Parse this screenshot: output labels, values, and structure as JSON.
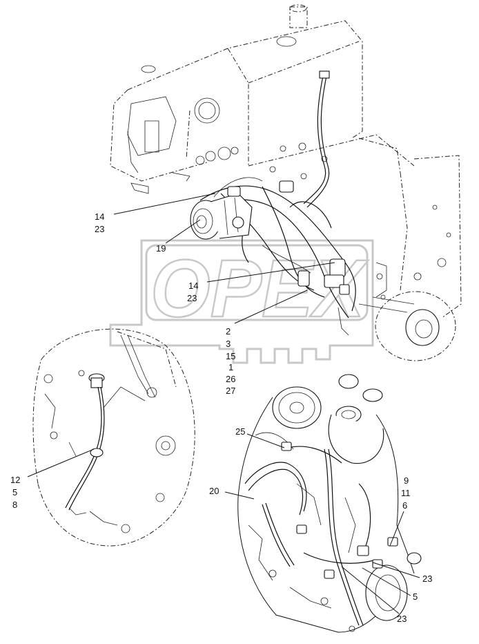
{
  "watermark": {
    "text": "OPEX"
  },
  "callouts": [
    {
      "id": "c14a",
      "text": "14"
    },
    {
      "id": "c23a",
      "text": "23"
    },
    {
      "id": "c19",
      "text": "19"
    },
    {
      "id": "c14b",
      "text": "14"
    },
    {
      "id": "c23b",
      "text": "23"
    },
    {
      "id": "c2",
      "text": "2"
    },
    {
      "id": "c3",
      "text": "3"
    },
    {
      "id": "c15",
      "text": "15"
    },
    {
      "id": "c1",
      "text": "1"
    },
    {
      "id": "c26",
      "text": "26"
    },
    {
      "id": "c27",
      "text": "27"
    },
    {
      "id": "c25",
      "text": "25"
    },
    {
      "id": "c20",
      "text": "20"
    },
    {
      "id": "c12",
      "text": "12"
    },
    {
      "id": "c5a",
      "text": "5"
    },
    {
      "id": "c8",
      "text": "8"
    },
    {
      "id": "c9",
      "text": "9"
    },
    {
      "id": "c11",
      "text": "11"
    },
    {
      "id": "c6",
      "text": "6"
    },
    {
      "id": "c23c",
      "text": "23"
    },
    {
      "id": "c5b",
      "text": "5"
    },
    {
      "id": "c23d",
      "text": "23"
    }
  ]
}
